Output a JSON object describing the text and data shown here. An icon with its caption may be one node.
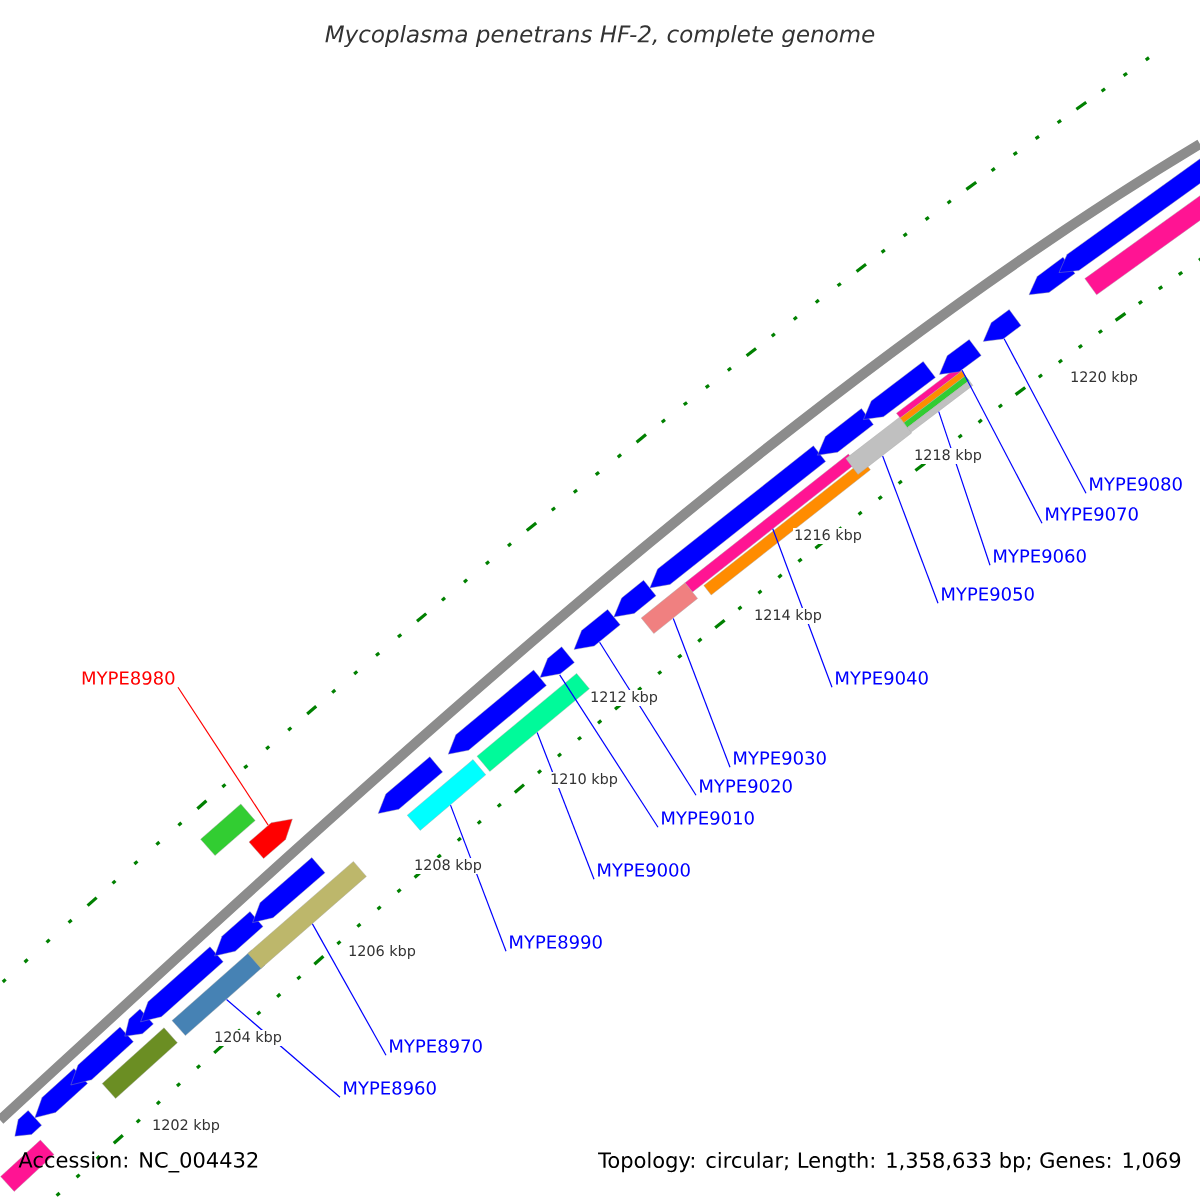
{
  "diagram": {
    "title": "Mycoplasma penetrans HF-2, complete genome",
    "nodes": [
      {
        "text": [
          "MYPE8960"
        ]
      },
      {
        "text": [
          "MYPE8970"
        ]
      },
      {
        "text": [
          "MYPE8980"
        ]
      },
      {
        "text": [
          "MYPE8990"
        ]
      },
      {
        "text": [
          "MYPE9000"
        ]
      },
      {
        "text": [
          "MYPE9010"
        ]
      },
      {
        "text": [
          "MYPE9020"
        ]
      },
      {
        "text": [
          "MYPE9030"
        ]
      },
      {
        "text": [
          "MYPE9040"
        ]
      },
      {
        "text": [
          "MYPE9050"
        ]
      },
      {
        "text": [
          "MYPE9060"
        ]
      },
      {
        "text": [
          "MYPE9070"
        ]
      },
      {
        "text": [
          "MYPE9080"
        ]
      },
      {
        "text": [],
        "shape": "pentagon"
      },
      {
        "text": [],
        "shape": "box"
      },
      {
        "text": [],
        "shape": "pentagon"
      },
      {
        "text": [],
        "shape": "pentagon"
      },
      {
        "text": [],
        "shape": "box"
      },
      {
        "text": [],
        "shape": "pentagon"
      },
      {
        "text": [],
        "shape": "pentagon"
      },
      {
        "text": [],
        "shape": "box"
      },
      {
        "text": [],
        "shape": "pentagon"
      },
      {
        "text": [],
        "shape": "box"
      },
      {
        "text": [],
        "shape": "pentagon"
      },
      {
        "text": [],
        "shape": "box"
      },
      {
        "text": [],
        "shape": "pentagon"
      },
      {
        "text": [],
        "shape": "pentagon"
      },
      {
        "text": [],
        "shape": "box"
      },
      {
        "text": [],
        "shape": "pentagon"
      },
      {
        "text": [],
        "shape": "box"
      },
      {
        "text": [],
        "shape": "pentagon"
      },
      {
        "text": [],
        "shape": "pentagon"
      },
      {
        "text": [],
        "shape": "pentagon"
      },
      {
        "text": [],
        "shape": "box"
      },
      {
        "text": [],
        "shape": "pentagon"
      },
      {
        "text": [],
        "shape": "box"
      },
      {
        "text": [],
        "shape": "box"
      },
      {
        "text": [],
        "shape": "pentagon"
      },
      {
        "text": [],
        "shape": "box"
      },
      {
        "text": [],
        "shape": "pentagon"
      },
      {
        "text": [],
        "shape": "box"
      },
      {
        "text": [],
        "shape": "pentagon"
      },
      {
        "text": [],
        "shape": "pentagon"
      },
      {
        "text": [],
        "shape": "pentagon"
      },
      {
        "text": [],
        "shape": "pentagon"
      },
      {
        "text": [],
        "shape": "box"
      }
    ],
    "edges": [
      {
        "from": 0,
        "to": 20,
        "arrow": "none"
      },
      {
        "from": 1,
        "to": 22,
        "arrow": "none"
      },
      {
        "from": 2,
        "to": 25,
        "arrow": "none",
        "color": "#ff0000"
      },
      {
        "from": 3,
        "to": 27,
        "arrow": "none"
      },
      {
        "from": 4,
        "to": 29,
        "arrow": "none"
      },
      {
        "from": 5,
        "to": 30,
        "arrow": "none"
      },
      {
        "from": 6,
        "to": 31,
        "arrow": "none"
      },
      {
        "from": 7,
        "to": 33,
        "arrow": "none"
      },
      {
        "from": 8,
        "to": 35,
        "arrow": "none"
      },
      {
        "from": 9,
        "to": 38,
        "arrow": "none"
      },
      {
        "from": 10,
        "to": 40,
        "arrow": "none"
      },
      {
        "from": 11,
        "to": 41,
        "arrow": "none"
      },
      {
        "from": 12,
        "to": 42,
        "arrow": "none"
      }
    ],
    "labels": [
      "1202 kbp",
      "1204 kbp",
      "1206 kbp",
      "1208 kbp",
      "1210 kbp",
      "1212 kbp",
      "1214 kbp",
      "1216 kbp",
      "1218 kbp",
      "1220 kbp",
      "Accession: NC_004432",
      "Topology: circular; Length: 1,358,633 bp; Genes: 1,069"
    ]
  }
}
